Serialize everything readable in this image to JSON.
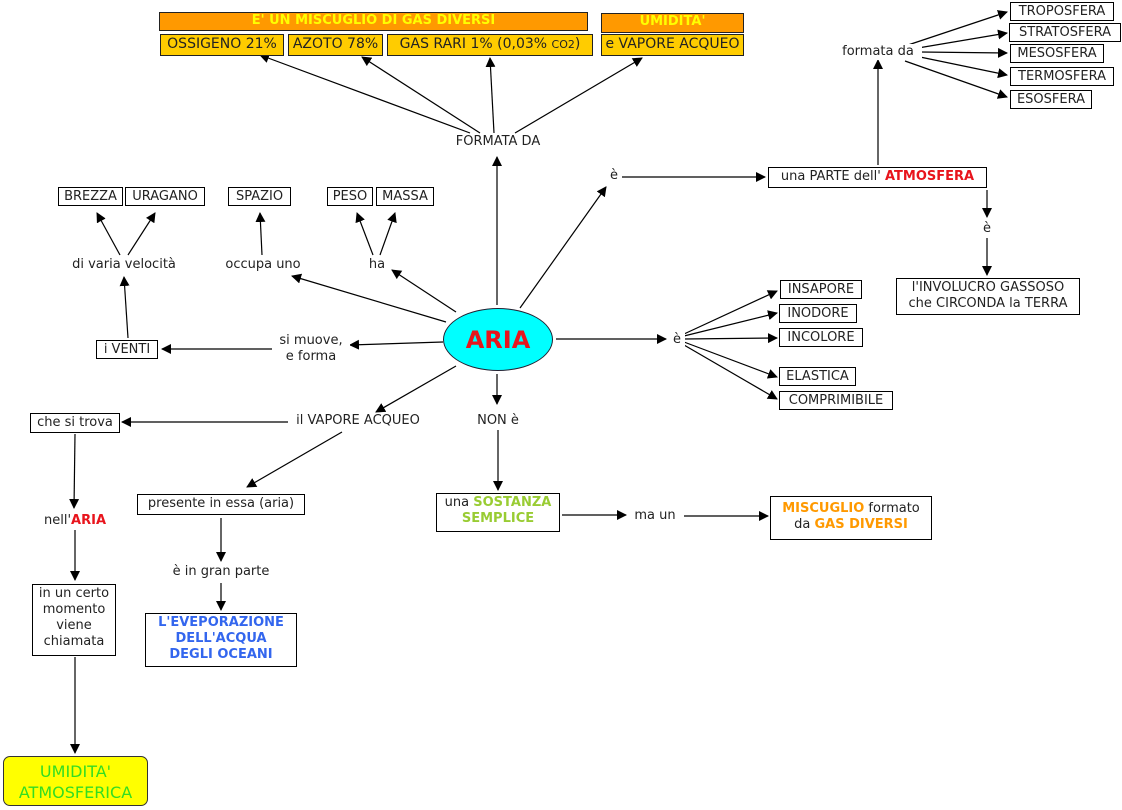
{
  "central": {
    "label": "ARIA"
  },
  "composition": {
    "link": "FORMATA DA",
    "header": "E' UN MISCUGLIO DI GAS DIVERSI",
    "items": [
      "OSSIGENO 21%",
      "AZOTO 78%",
      "GAS RARI 1% (0,03% ",
      "e VAPORE ACQUEO"
    ],
    "co2": "CO2",
    "humidity_header": "UMIDITA'"
  },
  "atmosphere": {
    "link_e": "è",
    "part_prefix": "una PARTE dell' ",
    "part_highlight": "ATMOSFERA",
    "formed_by": "formata da",
    "layers": [
      "TROPOSFERA",
      "STRATOSFERA",
      "MESOSFERA",
      "TERMOSFERA",
      "ESOSFERA"
    ],
    "link_e2": "è",
    "envelope": [
      "l'INVOLUCRO GASSOSO",
      "che CIRCONDA la TERRA"
    ]
  },
  "properties": {
    "link": "è",
    "items": [
      "INSAPORE",
      "INODORE",
      "INCOLORE",
      "ELASTICA",
      "COMPRIMIBILE"
    ]
  },
  "mass": {
    "link": "ha",
    "items": [
      "PESO",
      "MASSA"
    ]
  },
  "space": {
    "link": "occupa uno",
    "item": "SPAZIO"
  },
  "winds": {
    "link": [
      "si muove,",
      "e forma"
    ],
    "node": "i VENTI",
    "speed_link": "di varia velocità",
    "items": [
      "BREZZA",
      "URAGANO"
    ]
  },
  "vapor": {
    "node": "il VAPORE ACQUEO",
    "found": "che si trova",
    "in_air_prefix": "nell'",
    "in_air_highlight": "ARIA",
    "moment": [
      "in un certo",
      "momento",
      "viene",
      "chiamata"
    ],
    "result": [
      "UMIDITA'",
      "ATMOSFERICA"
    ],
    "present": "presente in essa (aria)",
    "mostly": "è in gran parte",
    "evaporation": [
      "L'EVEPORAZIONE",
      "DELL'ACQUA",
      "DEGLI OCEANI"
    ]
  },
  "substance": {
    "link": "NON è",
    "prefix": "una ",
    "highlight1": "SOSTANZA",
    "highlight2": "SEMPLICE",
    "but_link": "ma un",
    "mix_highlight": "MISCUGLIO",
    "mix_mid": " formato",
    "mix_da": "da ",
    "mix_highlight2": "GAS DIVERSI"
  }
}
